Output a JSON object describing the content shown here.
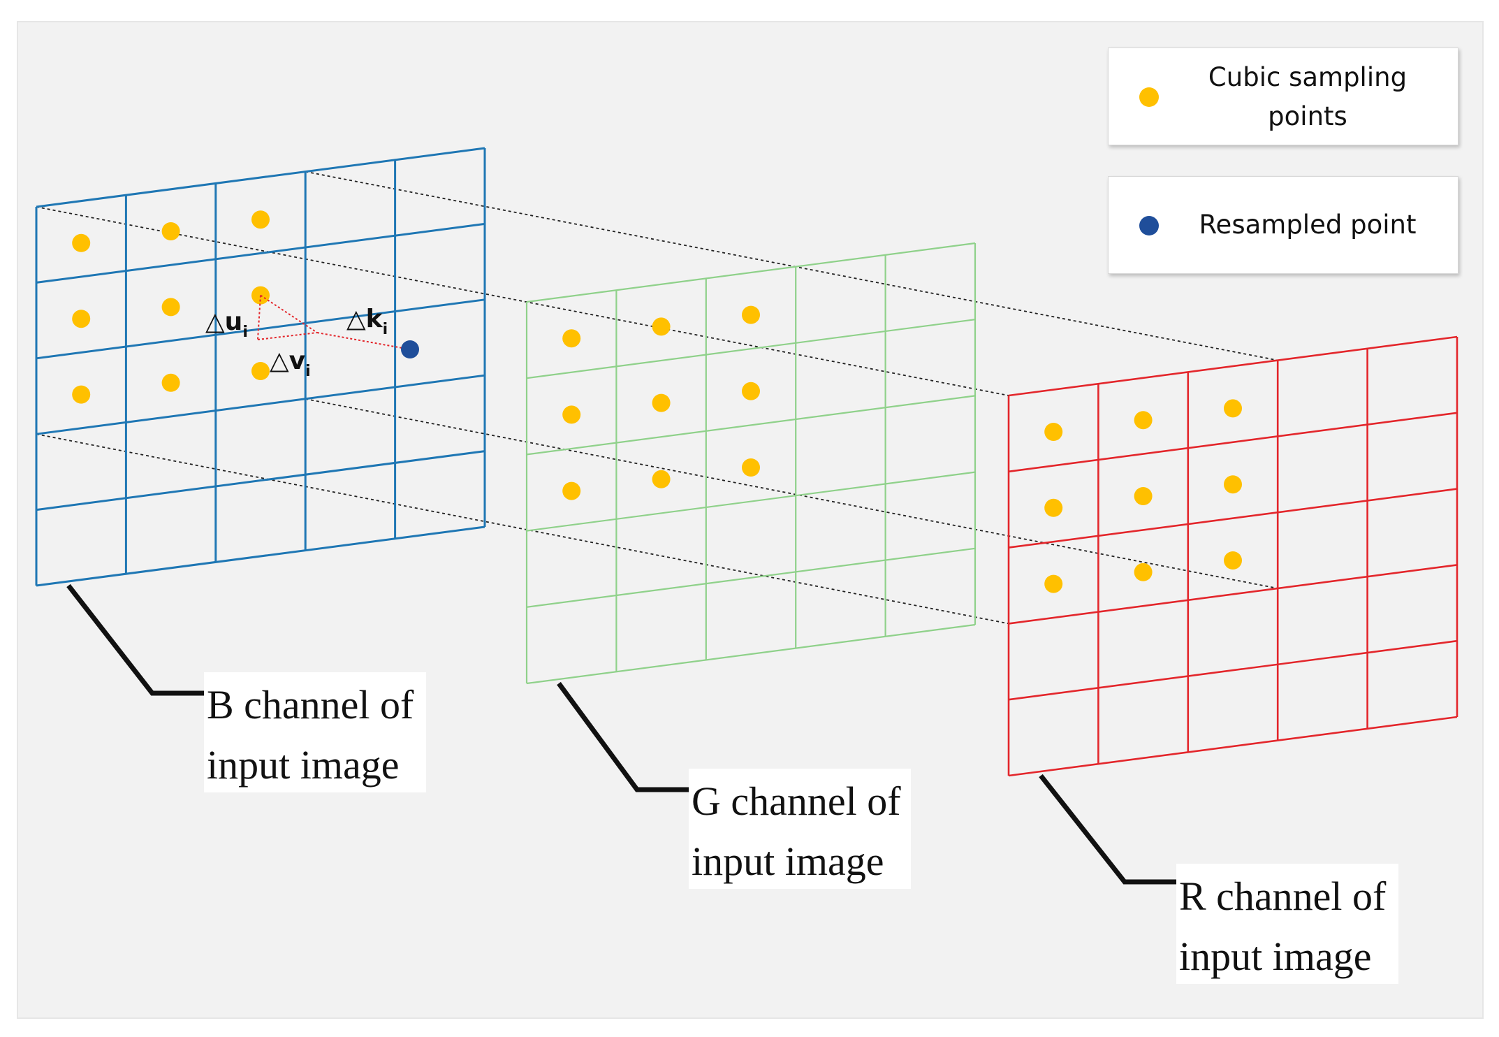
{
  "legend": {
    "cubic_label": "Cubic sampling points",
    "resampled_label": "Resampled point"
  },
  "channels": [
    {
      "id": "b",
      "label_line1": "B channel of",
      "label_line2": "input image",
      "color": "#1f77b4"
    },
    {
      "id": "g",
      "label_line1": "G channel of",
      "label_line2": "input image",
      "color": "#8fd18a"
    },
    {
      "id": "r",
      "label_line1": "R channel of",
      "label_line2": "input image",
      "color": "#e3262b"
    }
  ],
  "annotations": {
    "delta_u": "△u",
    "delta_u_sub": "i",
    "delta_v": "△v",
    "delta_v_sub": "i",
    "delta_k": "△k",
    "delta_k_sub": "i"
  },
  "colors": {
    "sampling_point": "#ffc000",
    "resampled_point": "#1f4e9a",
    "offset_line": "#e3262b",
    "connector": "#111111"
  }
}
